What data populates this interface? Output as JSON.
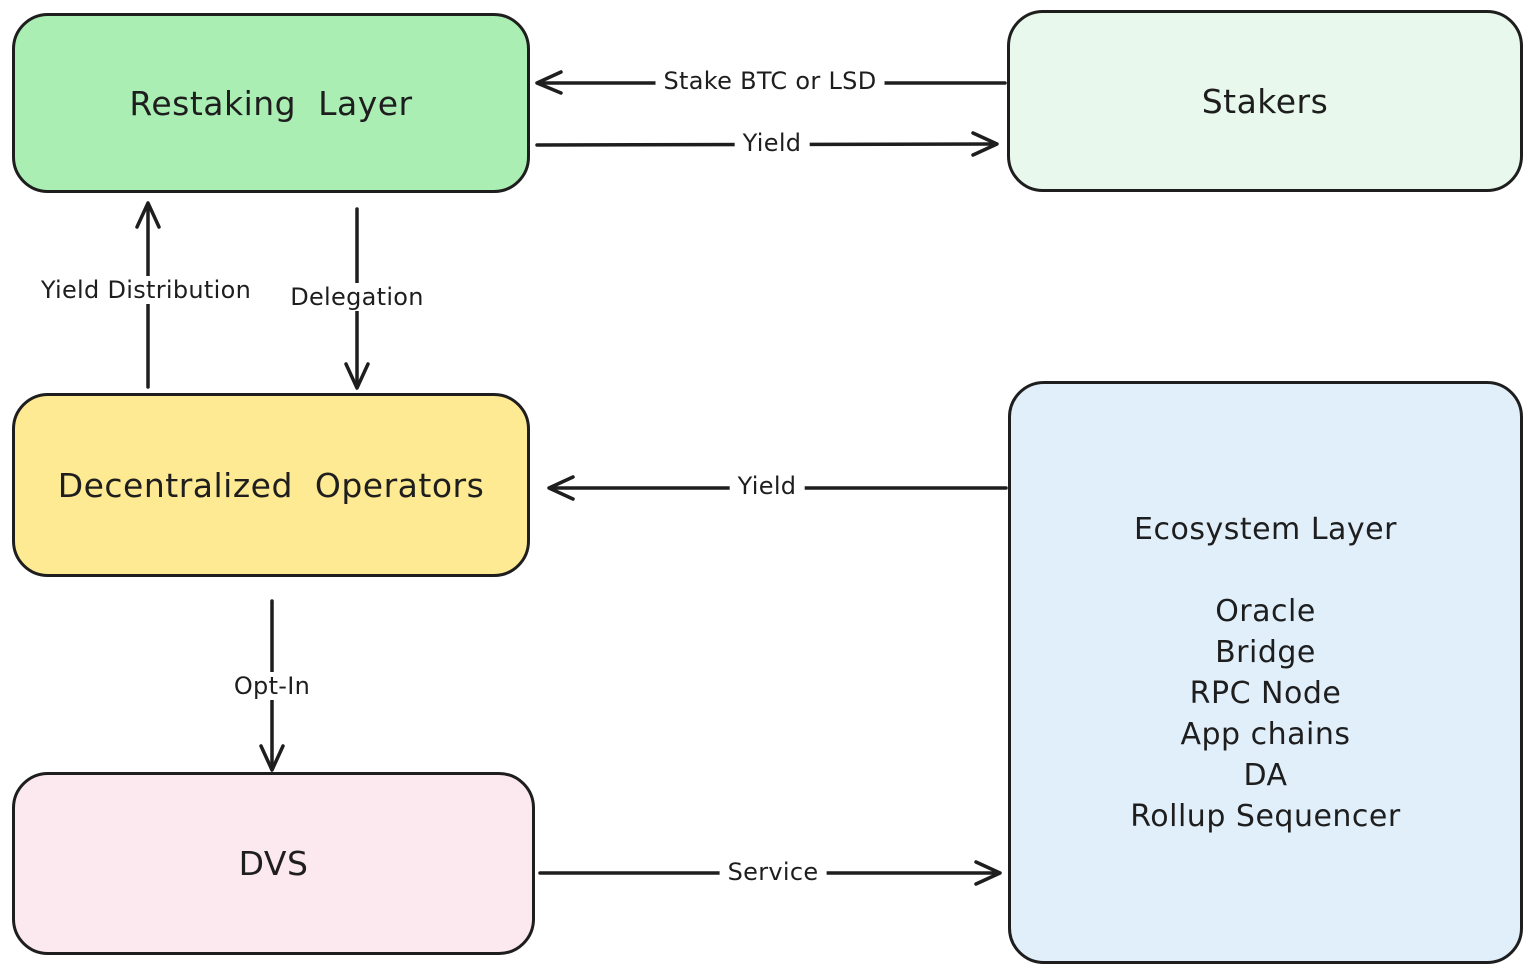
{
  "diagram": {
    "background_color": "#ffffff",
    "stroke_color": "#1e1e1e",
    "nodes": {
      "restaking": {
        "label": "Restaking  Layer",
        "fill": "#aaeeb4"
      },
      "stakers": {
        "label": "Stakers",
        "fill": "#e8f8ec"
      },
      "operators": {
        "label": "Decentralized  Operators",
        "fill": "#feea92"
      },
      "dvs": {
        "label": "DVS",
        "fill": "#fce8ef"
      },
      "ecosystem": {
        "title": "Ecosystem Layer",
        "items": [
          "Oracle",
          "Bridge",
          "RPC Node",
          "App chains",
          "DA",
          "Rollup Sequencer"
        ],
        "fill": "#e1effb"
      }
    },
    "edges": {
      "stake": {
        "label": "Stake BTC or LSD",
        "from": "stakers",
        "to": "restaking"
      },
      "yield_top": {
        "label": "Yield",
        "from": "restaking",
        "to": "stakers"
      },
      "yield_distribution": {
        "label": "Yield Distribution",
        "from": "operators",
        "to": "restaking"
      },
      "delegation": {
        "label": "Delegation",
        "from": "restaking",
        "to": "operators"
      },
      "yield_mid": {
        "label": "Yield",
        "from": "ecosystem",
        "to": "operators"
      },
      "opt_in": {
        "label": "Opt-In",
        "from": "operators",
        "to": "dvs"
      },
      "service": {
        "label": "Service",
        "from": "dvs",
        "to": "ecosystem"
      }
    }
  }
}
